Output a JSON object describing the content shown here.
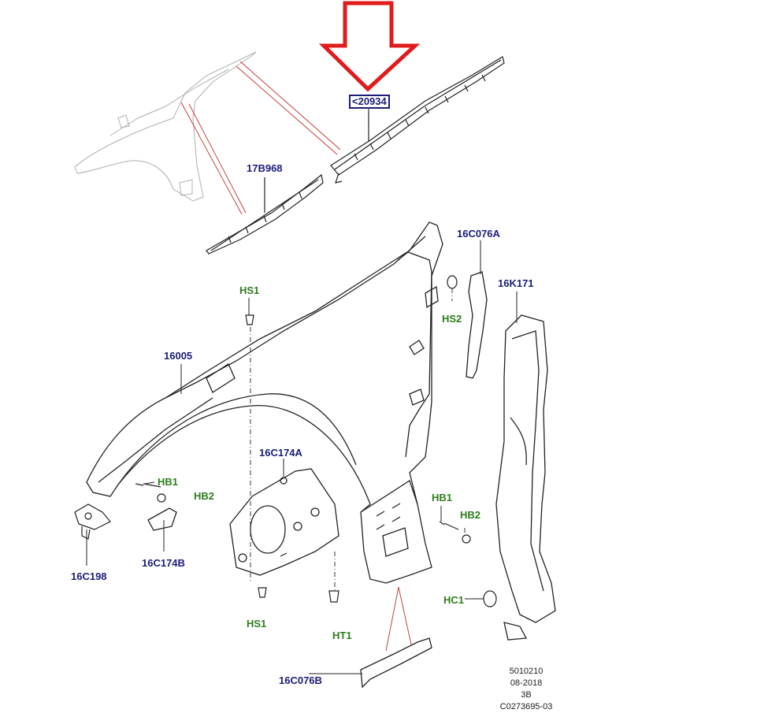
{
  "colors": {
    "part_label": "#1c1c7a",
    "hardware_label": "#2e7d1e",
    "highlight_arrow": "#e01b1b",
    "leader_pink": "#c0302a",
    "line_art": "#222222",
    "ghost_art": "#b0b0b0"
  },
  "highlight": {
    "label": "<20934",
    "arrow": "down-arrow"
  },
  "labels": {
    "l17b968": "17B968",
    "l16c076a": "16C076A",
    "l16k171": "16K171",
    "lhs1_top": "HS1",
    "lhs2": "HS2",
    "l16005": "16005",
    "l16c174a": "16C174A",
    "lhb1_left": "HB1",
    "lhb2_left": "HB2",
    "l16c174b": "16C174B",
    "l16c198": "16C198",
    "lhb1_right": "HB1",
    "lhb2_right": "HB2",
    "lhc1": "HC1",
    "lhs1_bottom": "HS1",
    "lht1": "HT1",
    "l16c076b": "16C076B"
  },
  "footer": {
    "line1": "5010210",
    "line2": "08-2018",
    "line3": "3B",
    "line4": "C0273695-03"
  }
}
